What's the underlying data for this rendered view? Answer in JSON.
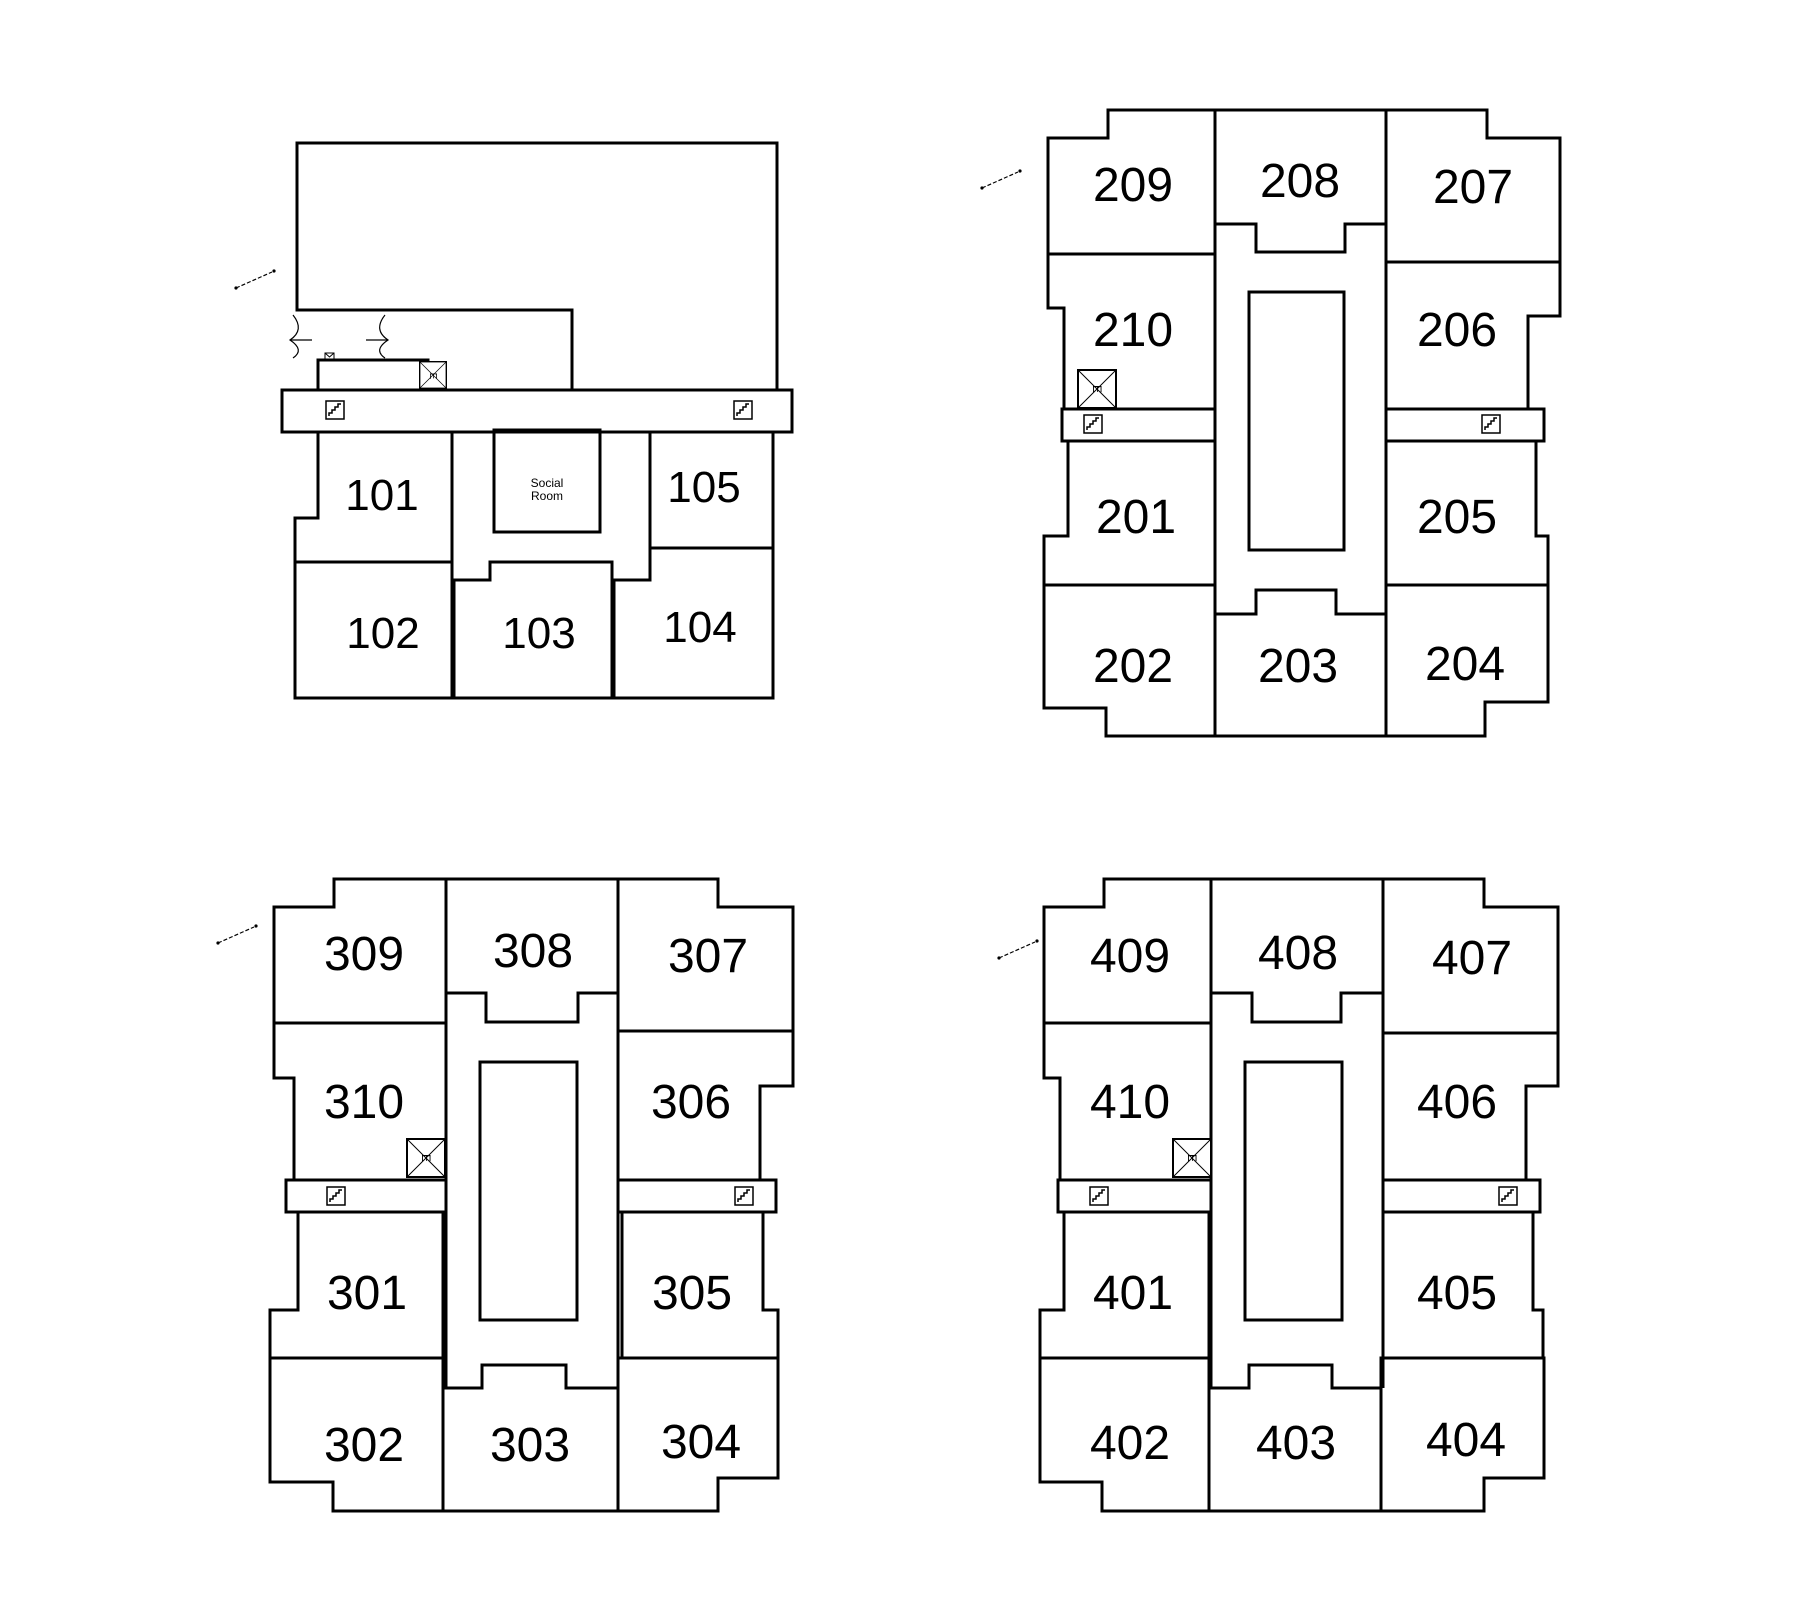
{
  "floors": [
    {
      "rooms": [
        "101",
        "102",
        "103",
        "104",
        "105"
      ],
      "social_room": {
        "line1": "Social",
        "line2": "Room"
      },
      "elevator_label": "E"
    },
    {
      "rooms": [
        "201",
        "202",
        "203",
        "204",
        "205",
        "206",
        "207",
        "208",
        "209",
        "210"
      ],
      "elevator_label": "E"
    },
    {
      "rooms": [
        "301",
        "302",
        "303",
        "304",
        "305",
        "306",
        "307",
        "308",
        "309",
        "310"
      ],
      "elevator_label": "E"
    },
    {
      "rooms": [
        "401",
        "402",
        "403",
        "404",
        "405",
        "406",
        "407",
        "408",
        "409",
        "410"
      ],
      "elevator_label": "E"
    }
  ],
  "icons": {
    "stairs": "stairs-icon",
    "elevator": "elevator-icon",
    "compass": "north-arrow-icon",
    "mail": "mailbox-icon",
    "entrance": "entrance-doors-icon"
  },
  "colors": {
    "line": "#000000",
    "background": "#ffffff"
  }
}
